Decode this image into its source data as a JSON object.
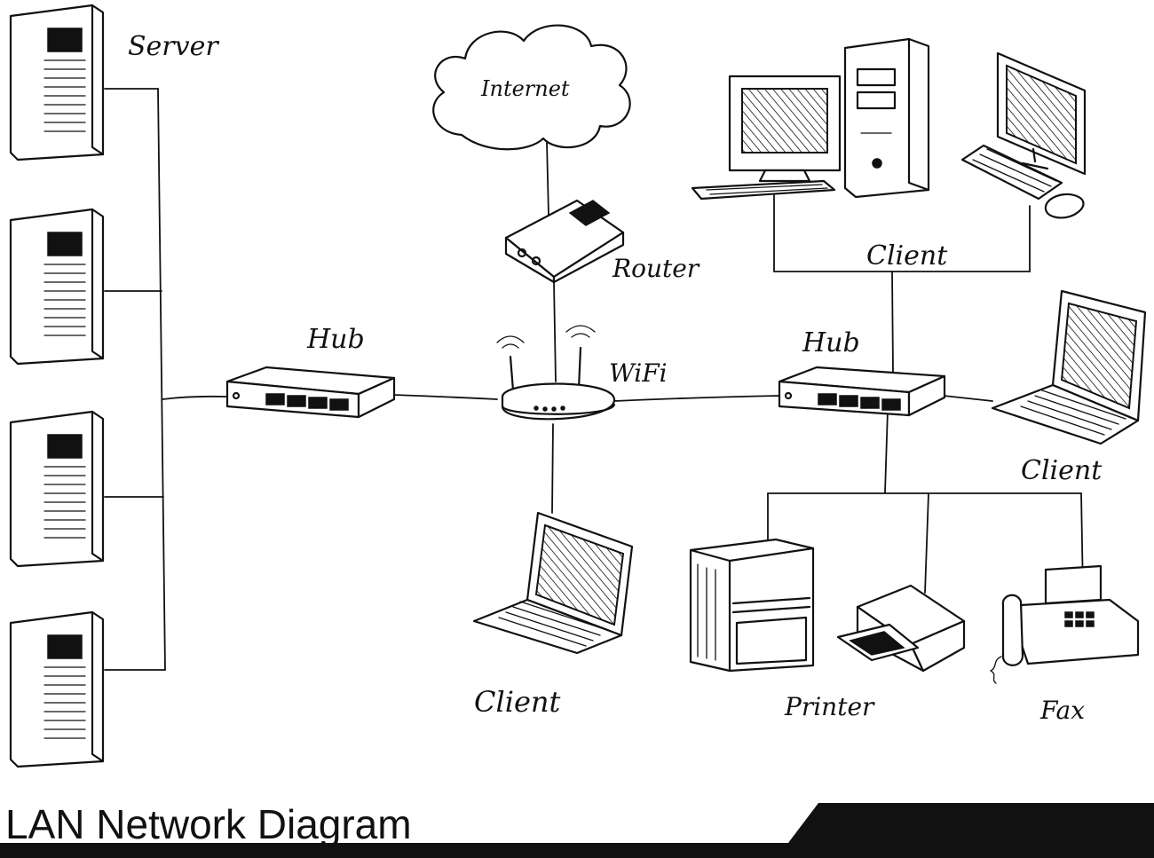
{
  "title": "LAN Network Diagram",
  "nodes": {
    "server": "Server",
    "internet": "Internet",
    "router": "Router",
    "hub_left": "Hub",
    "wifi": "WiFi",
    "hub_right": "Hub",
    "client_desktops": "Client",
    "client_laptop_right": "Client",
    "client_laptop_center": "Client",
    "printer": "Printer",
    "fax": "Fax"
  },
  "colors": {
    "ink": "#111111",
    "background": "#ffffff"
  }
}
